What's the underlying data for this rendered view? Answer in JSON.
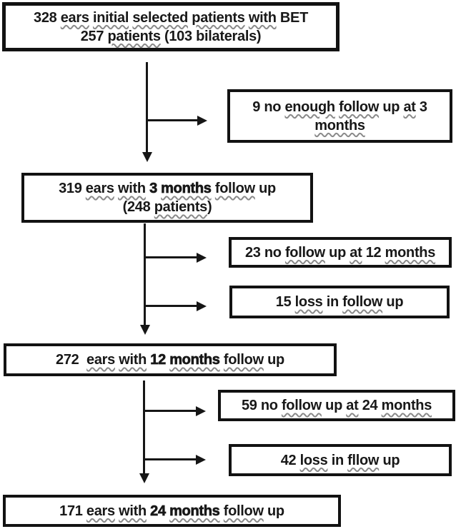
{
  "diagram": {
    "type": "flowchart",
    "title": "Patient / ears follow-up flow for BET",
    "colors": {
      "background": "#ffffff",
      "box_border": "#121212",
      "text": "#181818",
      "arrow": "#161616",
      "squiggle": "#8a8a8a"
    },
    "nodes": [
      {
        "id": "initial",
        "text": "328 ears initial selected patients with BET 257 patients (103 bilaterals)",
        "lines": [
          [
            {
              "t": "328 "
            },
            {
              "t": "ears",
              "w": true
            },
            {
              "t": " "
            },
            {
              "t": "initial",
              "w": true
            },
            {
              "t": " "
            },
            {
              "t": "selected",
              "w": true
            },
            {
              "t": " "
            },
            {
              "t": "patients",
              "w": true
            },
            {
              "t": " "
            },
            {
              "t": "with",
              "w": true
            },
            {
              "t": " BET"
            }
          ],
          [
            {
              "t": "257 "
            },
            {
              "t": "patients",
              "w": true
            },
            {
              "t": " (103 bilaterals)"
            }
          ]
        ]
      },
      {
        "id": "excluded-3-months",
        "text": "9 no enough follow up at 3 months",
        "lines": [
          [
            {
              "t": "9 no "
            },
            {
              "t": "enough",
              "w": true
            },
            {
              "t": " "
            },
            {
              "t": "follow",
              "w": true
            },
            {
              "t": " up "
            },
            {
              "t": "at",
              "w": true
            },
            {
              "t": " 3"
            }
          ],
          [
            {
              "t": "months",
              "w": true
            }
          ]
        ]
      },
      {
        "id": "followup-3-months",
        "text": "319 ears with 3 months follow up (248 patients)",
        "lines": [
          [
            {
              "t": "319 "
            },
            {
              "t": "ears",
              "w": true
            },
            {
              "t": " "
            },
            {
              "t": "with",
              "w": true
            },
            {
              "t": " "
            },
            {
              "t": "3 ",
              "b": true
            },
            {
              "t": "months",
              "b": true,
              "w": true
            },
            {
              "t": " "
            },
            {
              "t": "follow",
              "w": true
            },
            {
              "t": " up"
            }
          ],
          [
            {
              "t": "(248 "
            },
            {
              "t": "patients",
              "w": true
            },
            {
              "t": ")"
            }
          ]
        ]
      },
      {
        "id": "excluded-12-months",
        "text": "23 no follow up at 12 months",
        "lines": [
          [
            {
              "t": "23 no "
            },
            {
              "t": "follow",
              "w": true
            },
            {
              "t": " up "
            },
            {
              "t": "at",
              "w": true
            },
            {
              "t": " 12 "
            },
            {
              "t": "months",
              "w": true
            }
          ]
        ]
      },
      {
        "id": "loss-12-months",
        "text": "15 loss in follow up",
        "lines": [
          [
            {
              "t": "15 "
            },
            {
              "t": "loss",
              "w": true
            },
            {
              "t": " in "
            },
            {
              "t": "follow",
              "w": true
            },
            {
              "t": " up"
            }
          ]
        ]
      },
      {
        "id": "followup-12-months",
        "text": "272 ears with 12 months follow up",
        "lines": [
          [
            {
              "t": "272  "
            },
            {
              "t": "ears",
              "w": true
            },
            {
              "t": " "
            },
            {
              "t": "with",
              "w": true
            },
            {
              "t": " "
            },
            {
              "t": "12 ",
              "b": true
            },
            {
              "t": "months",
              "b": true,
              "w": true
            },
            {
              "t": " "
            },
            {
              "t": "follow",
              "w": true
            },
            {
              "t": " up"
            }
          ]
        ]
      },
      {
        "id": "excluded-24-months",
        "text": "59 no follow up at 24 months",
        "lines": [
          [
            {
              "t": "59 no "
            },
            {
              "t": "follow",
              "w": true
            },
            {
              "t": " up "
            },
            {
              "t": "at",
              "w": true
            },
            {
              "t": " 24 "
            },
            {
              "t": "months",
              "w": true
            }
          ]
        ]
      },
      {
        "id": "loss-24-months",
        "text": "42 loss in fllow up",
        "lines": [
          [
            {
              "t": "42 "
            },
            {
              "t": "loss",
              "w": true
            },
            {
              "t": " in "
            },
            {
              "t": "fllow",
              "w": true
            },
            {
              "t": " up"
            }
          ]
        ]
      },
      {
        "id": "followup-24-months",
        "text": "171 ears with 24 months follow up",
        "lines": [
          [
            {
              "t": "171 "
            },
            {
              "t": "ears",
              "w": true
            },
            {
              "t": " "
            },
            {
              "t": "with",
              "w": true
            },
            {
              "t": " "
            },
            {
              "t": "24 ",
              "b": true
            },
            {
              "t": "months",
              "b": true,
              "w": true
            },
            {
              "t": " "
            },
            {
              "t": "follow",
              "w": true
            },
            {
              "t": " up"
            }
          ]
        ]
      }
    ],
    "edges": [
      {
        "from": "initial",
        "to": "followup-3-months",
        "direction": "down"
      },
      {
        "from": "initial",
        "to": "excluded-3-months",
        "direction": "right"
      },
      {
        "from": "followup-3-months",
        "to": "followup-12-months",
        "direction": "down"
      },
      {
        "from": "followup-3-months",
        "to": "excluded-12-months",
        "direction": "right"
      },
      {
        "from": "followup-3-months",
        "to": "loss-12-months",
        "direction": "right"
      },
      {
        "from": "followup-12-months",
        "to": "followup-24-months",
        "direction": "down"
      },
      {
        "from": "followup-12-months",
        "to": "excluded-24-months",
        "direction": "right"
      },
      {
        "from": "followup-12-months",
        "to": "loss-24-months",
        "direction": "right"
      }
    ]
  }
}
